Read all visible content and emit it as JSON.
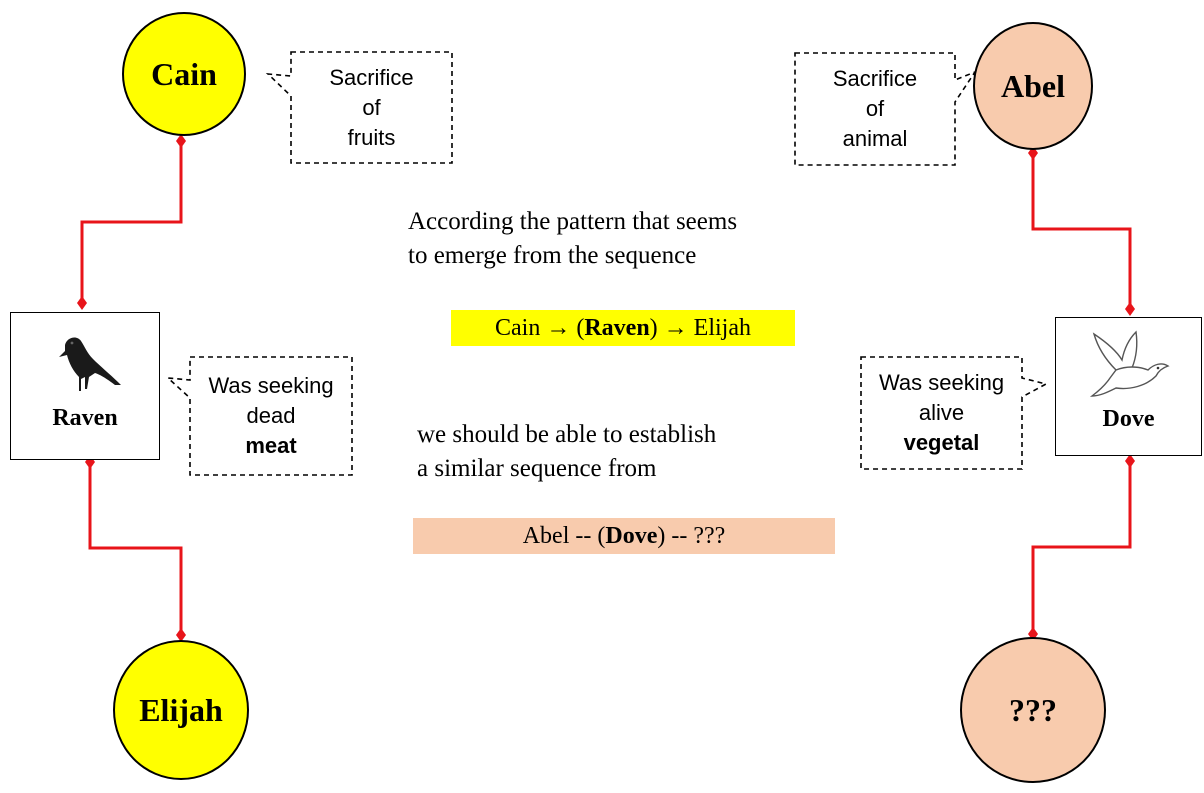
{
  "nodes": {
    "cain": "Cain",
    "abel": "Abel",
    "elijah": "Elijah",
    "unknown": "???"
  },
  "boxes": {
    "raven": "Raven",
    "dove": "Dove"
  },
  "callouts": {
    "cain_sacrifice": [
      "Sacrifice",
      "of",
      "fruits"
    ],
    "abel_sacrifice": [
      "Sacrifice",
      "of",
      "animal"
    ],
    "raven_seeking": [
      "Was seeking",
      "dead",
      "meat"
    ],
    "dove_seeking": [
      "Was seeking",
      "alive",
      "vegetal"
    ]
  },
  "text": {
    "intro_line1": "According the pattern that seems",
    "intro_line2": "to emerge from the sequence",
    "seq1_start": "Cain → (",
    "seq1_bold": "Raven",
    "seq1_end": ") → Elijah",
    "mid_line1": "we should be able to establish",
    "mid_line2": "a similar sequence from",
    "seq2_start": "Abel -- (",
    "seq2_bold": "Dove",
    "seq2_end": ") -- ???"
  },
  "colors": {
    "yellow": "#ffff00",
    "peach": "#f8cbad",
    "connector": "#e8141a"
  },
  "icons": {
    "raven": "raven-icon",
    "dove": "dove-icon"
  }
}
